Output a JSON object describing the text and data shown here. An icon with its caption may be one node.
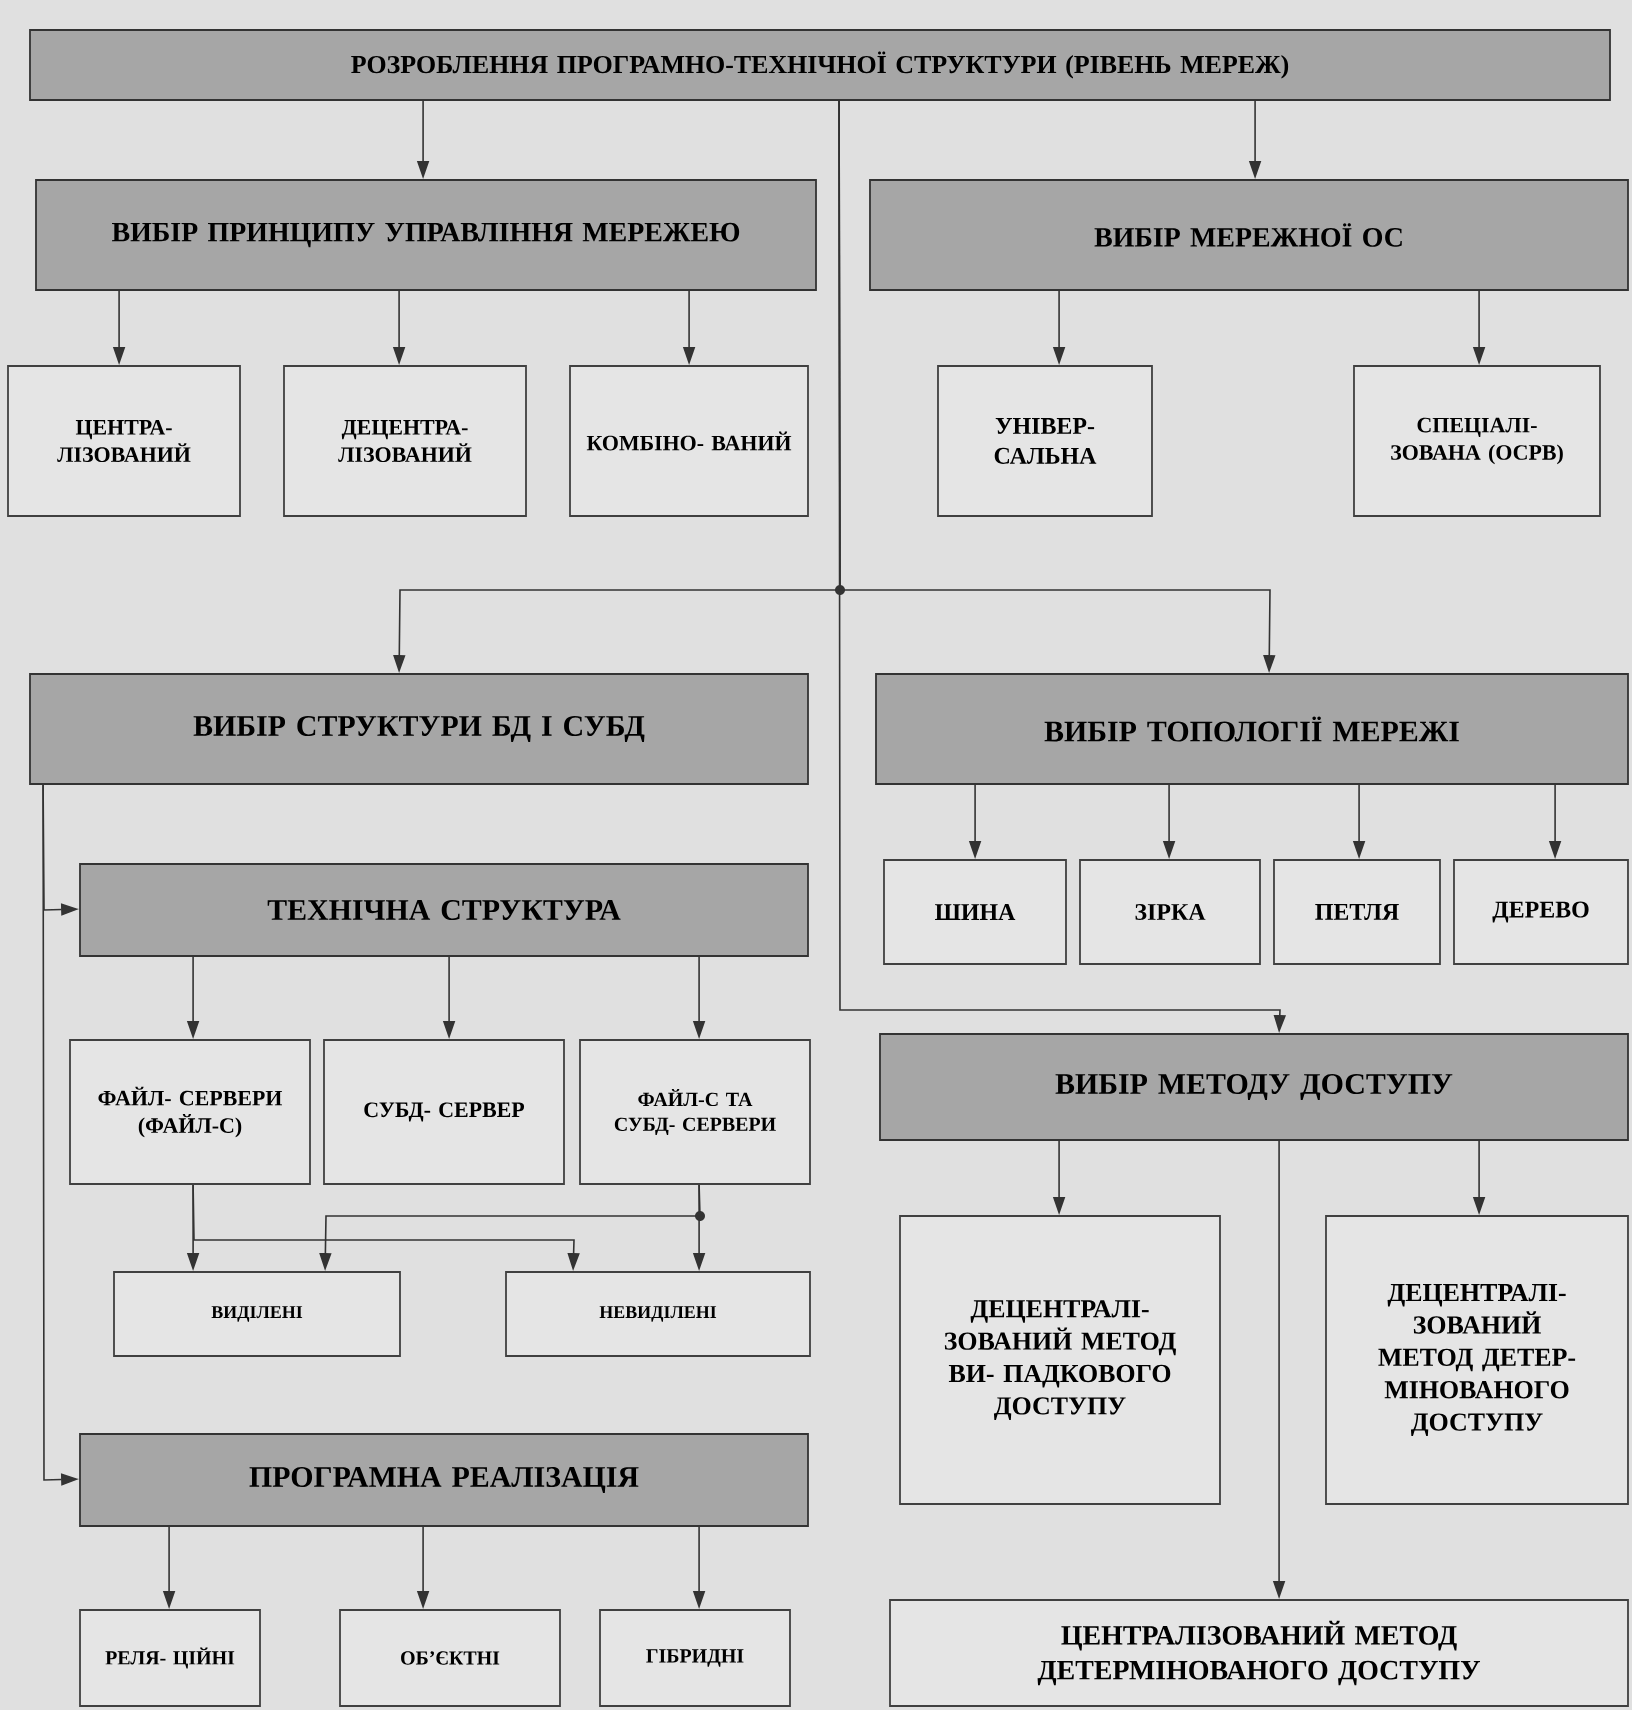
{
  "diagram": {
    "nodes": [
      {
        "text": [
          "РОЗРОБЛЕННЯ ПРОГРАМНО-ТЕХНІЧНОЇ СТРУКТУРИ (РІВЕНЬ МЕРЕЖ)"
        ]
      },
      {
        "text": [
          "ВИБІР ПРИНЦИПУ УПРАВЛІННЯ МЕРЕЖЕЮ"
        ]
      },
      {
        "text": [
          "ВИБІР МЕРЕЖНОЇ ОС"
        ]
      },
      {
        "text": [
          "ЦЕНТРА- ЛІЗОВАНИЙ"
        ]
      },
      {
        "text": [
          "ДЕЦЕНТРА- ЛІЗОВАНИЙ"
        ]
      },
      {
        "text": [
          "КОМБІНО- ВАНИЙ"
        ]
      },
      {
        "text": [
          "УНІВЕР- САЛЬНА"
        ]
      },
      {
        "text": [
          "СПЕЦІАЛІ- ЗОВАНА (ОСРВ)"
        ]
      },
      {
        "text": [
          "ВИБІР СТРУКТУРИ БД І СУБД"
        ]
      },
      {
        "text": [
          "ВИБІР ТОПОЛОГІЇ МЕРЕЖІ"
        ]
      },
      {
        "text": [
          "ТЕХНІЧНА СТРУКТУРА"
        ]
      },
      {
        "text": [
          "ШИНА"
        ]
      },
      {
        "text": [
          "ЗІРКА"
        ]
      },
      {
        "text": [
          "ПЕТЛЯ"
        ]
      },
      {
        "text": [
          "ДЕРЕВО"
        ]
      },
      {
        "text": [
          "ФАЙЛ- СЕРВЕРИ (ФАЙЛ-С)"
        ]
      },
      {
        "text": [
          "СУБД- СЕРВЕР"
        ]
      },
      {
        "text": [
          "ФАЙЛ-С ТА СУБД- СЕРВЕРИ"
        ]
      },
      {
        "text": [
          "ВИБІР МЕТОДУ ДОСТУПУ"
        ]
      },
      {
        "text": [
          "ВИДІЛЕНІ"
        ]
      },
      {
        "text": [
          "НЕВИДІЛЕНІ"
        ]
      },
      {
        "text": [
          "ДЕЦЕНТРАЛІ- ЗОВАНИЙ МЕТОД ВИ- ПАДКОВОГО ДОСТУПУ"
        ]
      },
      {
        "text": [
          "ДЕЦЕНТРАЛІ- ЗОВАНИЙ МЕТОД ДЕТЕР- МІНОВАНОГО ДОСТУПУ"
        ]
      },
      {
        "text": [
          "ПРОГРАМНА РЕАЛІЗАЦІЯ"
        ]
      },
      {
        "text": [
          "РЕЛЯ- ЦІЙНІ"
        ]
      },
      {
        "text": [
          "ОБ’ЄКТНІ"
        ]
      },
      {
        "text": [
          "ГІБРИДНІ"
        ]
      },
      {
        "text": [
          "ЦЕНТРАЛІЗОВАНИЙ МЕТОД ДЕТЕРМІНОВАНОГО ДОСТУПУ"
        ]
      }
    ],
    "edges": [
      {
        "from": 0,
        "to": 1,
        "arrow": "to"
      },
      {
        "from": 0,
        "to": 2,
        "arrow": "to"
      },
      {
        "from": 1,
        "to": 3,
        "arrow": "to"
      },
      {
        "from": 1,
        "to": 4,
        "arrow": "to"
      },
      {
        "from": 1,
        "to": 5,
        "arrow": "to"
      },
      {
        "from": 2,
        "to": 6,
        "arrow": "to"
      },
      {
        "from": 2,
        "to": 7,
        "arrow": "to"
      },
      {
        "from": 0,
        "to": 8,
        "arrow": "to"
      },
      {
        "from": 0,
        "to": 9,
        "arrow": "to"
      },
      {
        "from": 0,
        "to": 18,
        "arrow": "to"
      },
      {
        "from": 9,
        "to": 11,
        "arrow": "to"
      },
      {
        "from": 9,
        "to": 12,
        "arrow": "to"
      },
      {
        "from": 9,
        "to": 13,
        "arrow": "to"
      },
      {
        "from": 9,
        "to": 14,
        "arrow": "to"
      },
      {
        "from": 8,
        "to": 10,
        "arrow": "to"
      },
      {
        "from": 8,
        "to": 23,
        "arrow": "to"
      },
      {
        "from": 10,
        "to": 15,
        "arrow": "to"
      },
      {
        "from": 10,
        "to": 16,
        "arrow": "to"
      },
      {
        "from": 10,
        "to": 17,
        "arrow": "to"
      },
      {
        "from": 15,
        "to": 19,
        "arrow": "to"
      },
      {
        "from": 17,
        "to": 19,
        "arrow": "to"
      },
      {
        "from": 17,
        "to": 20,
        "arrow": "to"
      },
      {
        "from": 15,
        "to": 20,
        "arrow": "to"
      },
      {
        "from": 18,
        "to": 21,
        "arrow": "to"
      },
      {
        "from": 18,
        "to": 22,
        "arrow": "to"
      },
      {
        "from": 18,
        "to": 27,
        "arrow": "to"
      },
      {
        "from": 23,
        "to": 24,
        "arrow": "to"
      },
      {
        "from": 23,
        "to": 25,
        "arrow": "to"
      },
      {
        "from": 23,
        "to": 26,
        "arrow": "to"
      }
    ]
  }
}
